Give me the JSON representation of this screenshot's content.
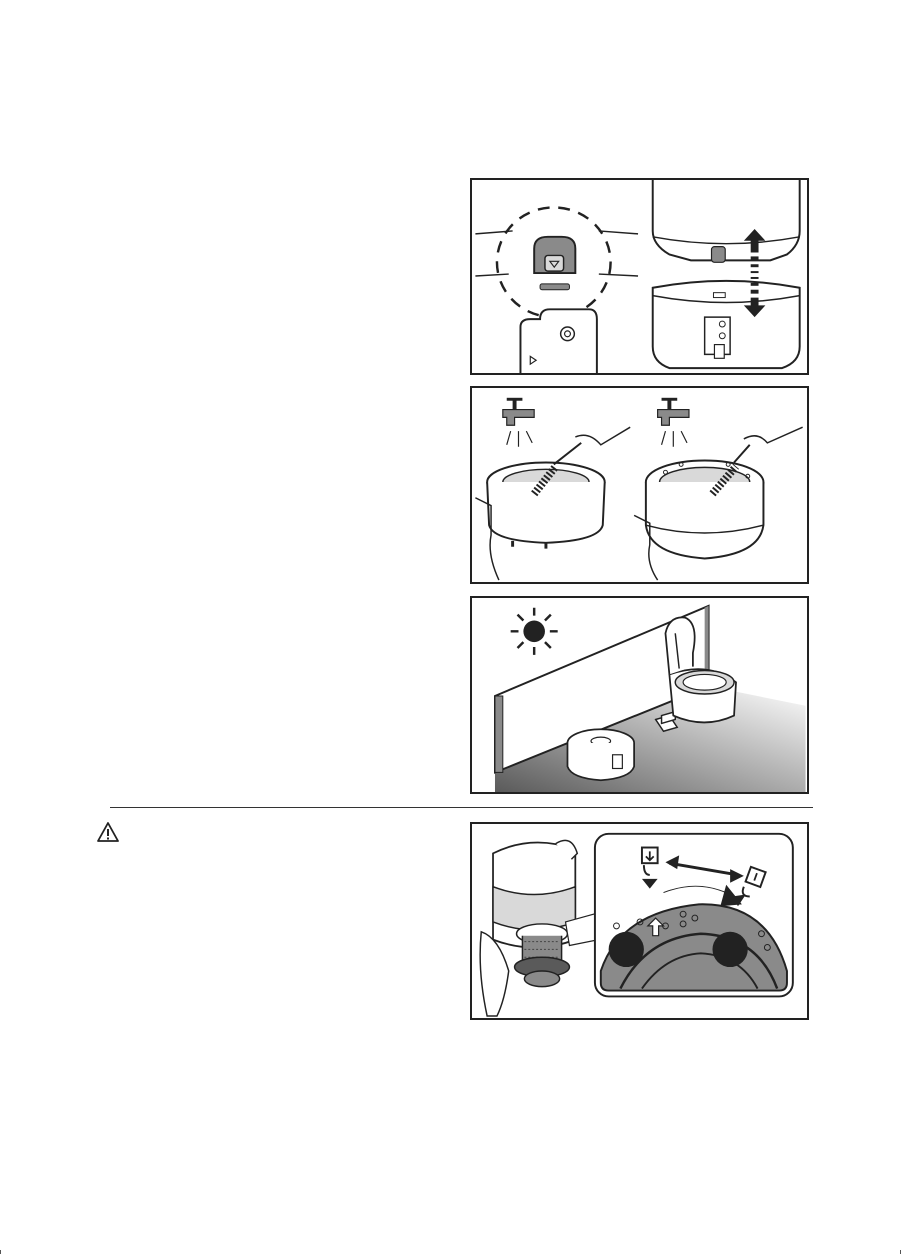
{
  "page": {
    "background": "#ffffff",
    "line_color": "#222222",
    "shade_dark": "#8a8a8a",
    "shade_light": "#d9d9d9"
  },
  "figures": [
    {
      "id": "separate-tank",
      "icons": [
        "tank-release-button-icon",
        "lift-arrow-icon"
      ]
    },
    {
      "id": "rinse-under-tap",
      "icons": [
        "tap-icon",
        "cleaning-brush-icon",
        "hand-icon"
      ]
    },
    {
      "id": "dry-in-shade",
      "icons": [
        "sun-icon",
        "wall-shade-icon"
      ]
    },
    {
      "id": "filter-lock",
      "icons": [
        "lock-icon",
        "unlock-icon",
        "rotate-arrow-icon"
      ]
    }
  ],
  "warning": {
    "icon": "warning-triangle-icon"
  }
}
